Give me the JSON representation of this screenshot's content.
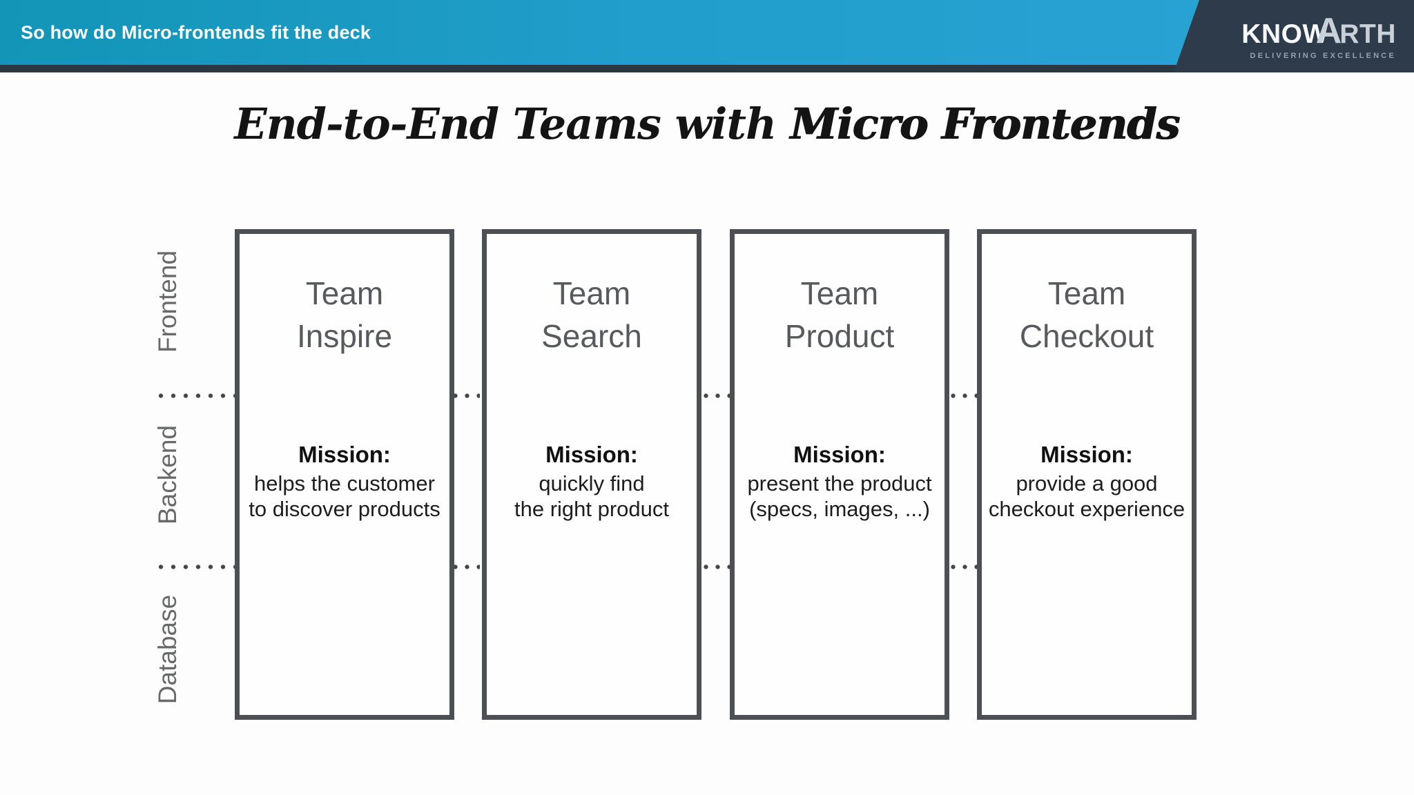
{
  "header": {
    "title": "So how do Micro-frontends fit the deck",
    "logo": {
      "know": "KNOW",
      "a": "A",
      "rth": "RTH",
      "tagline": "DELIVERING EXCELLENCE"
    },
    "colors": {
      "teal_left": "#1295b7",
      "teal_right": "#2aa3d5",
      "navy_strip": "#2c3744",
      "navy_logo": "#2d3b4a"
    }
  },
  "slide": {
    "title_regular": "End-to-End Teams with ",
    "title_bold": "Micro Frontends",
    "rows": [
      {
        "label": "Frontend"
      },
      {
        "label": "Backend"
      },
      {
        "label": "Database"
      }
    ],
    "teams": [
      {
        "name": "Team\nInspire",
        "mission_label": "Mission:",
        "mission": "helps the customer\nto discover products"
      },
      {
        "name": "Team\nSearch",
        "mission_label": "Mission:",
        "mission": "quickly find\nthe right product"
      },
      {
        "name": "Team\nProduct",
        "mission_label": "Mission:",
        "mission": "present the product\n(specs, images, ...)"
      },
      {
        "name": "Team\nCheckout",
        "mission_label": "Mission:",
        "mission": "provide a good\ncheckout experience"
      }
    ]
  }
}
